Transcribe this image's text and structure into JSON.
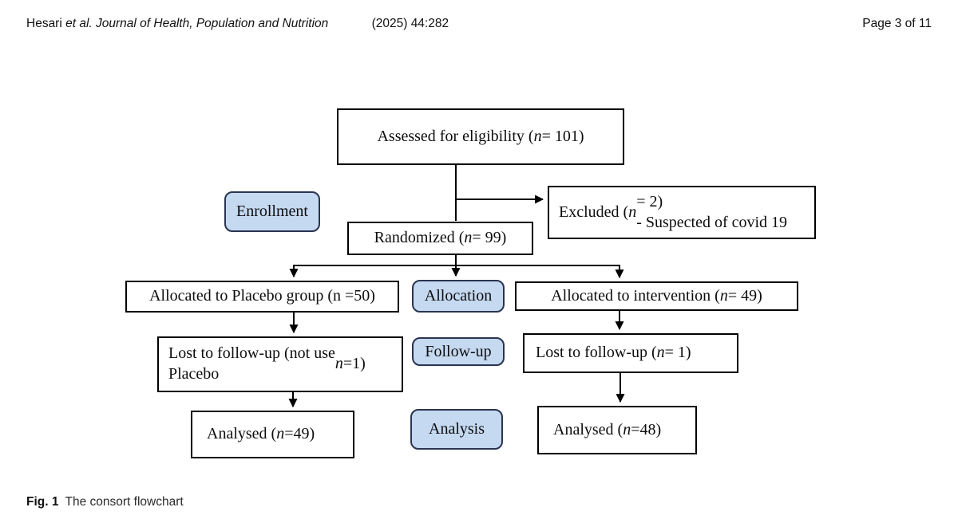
{
  "header": {
    "author": "Hesari",
    "citation_italic": "et al. Journal of Health, Population and Nutrition",
    "citation_volume": "(2025) 44:282",
    "page_number": "Page 3 of 11"
  },
  "flowchart": {
    "stages": [
      {
        "label": "Enrollment"
      },
      {
        "label": "Allocation"
      },
      {
        "label": "Follow-up"
      },
      {
        "label": "Analysis"
      }
    ],
    "nodes": {
      "assessed": "Assessed for eligibility (n = 101)",
      "excluded": "Excluded (n = 2)\n- Suspected of covid 19",
      "randomized": "Randomized (n = 99)",
      "allocated_placebo": "Allocated to Placebo group (n =50)",
      "allocated_intervention": "Allocated to intervention (n = 49)",
      "lost_placebo": "Lost to follow-up (not use\nPlacebo n =1)",
      "lost_intervention": "Lost to follow-up (n = 1)",
      "analysed_placebo": "Analysed (n =49)",
      "analysed_intervention": "Analysed (n =48)"
    }
  },
  "caption": {
    "label": "Fig. 1",
    "text": "The consort flowchart"
  },
  "colors": {
    "stage_fill": "#c5d9f1",
    "stage_border": "#2a3450",
    "box_border": "#000000",
    "line_color": "#000000"
  }
}
